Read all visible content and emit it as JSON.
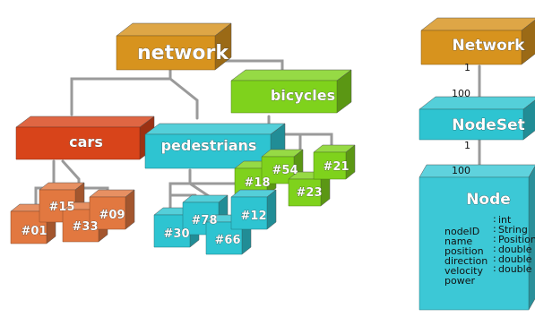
{
  "hierarchy": {
    "root": "network",
    "groups": [
      {
        "name": "cars",
        "color": "#d8441a",
        "items": [
          "#01",
          "#15",
          "#33",
          "#09"
        ]
      },
      {
        "name": "pedestrians",
        "color": "#2ec4d1",
        "items": [
          "#30",
          "#78",
          "#66",
          "#12"
        ]
      },
      {
        "name": "bicycles",
        "color": "#7fd21c",
        "items": [
          "#18",
          "#54",
          "#23",
          "#21"
        ]
      }
    ]
  },
  "schema": {
    "network_label": "Network",
    "nodeset_label": "NodeSet",
    "node_label": "Node",
    "rel1": {
      "top": "1",
      "bottom": "100"
    },
    "rel2": {
      "top": "1",
      "bottom": "100"
    },
    "fields": [
      {
        "name": "nodeID",
        "type": "int"
      },
      {
        "name": "name",
        "type": "String"
      },
      {
        "name": "position",
        "type": "Position"
      },
      {
        "name": "direction",
        "type": "double"
      },
      {
        "name": "velocity",
        "type": "double"
      },
      {
        "name": "power",
        "type": "double"
      }
    ]
  },
  "colors": {
    "network": "#d7931e",
    "nodeset": "#2ec4d1",
    "node": "#3cc8d6",
    "cars": "#d8441a",
    "pedestrians": "#2ec4d1",
    "bicycles": "#7fd21c",
    "car_items": "#e27840"
  }
}
